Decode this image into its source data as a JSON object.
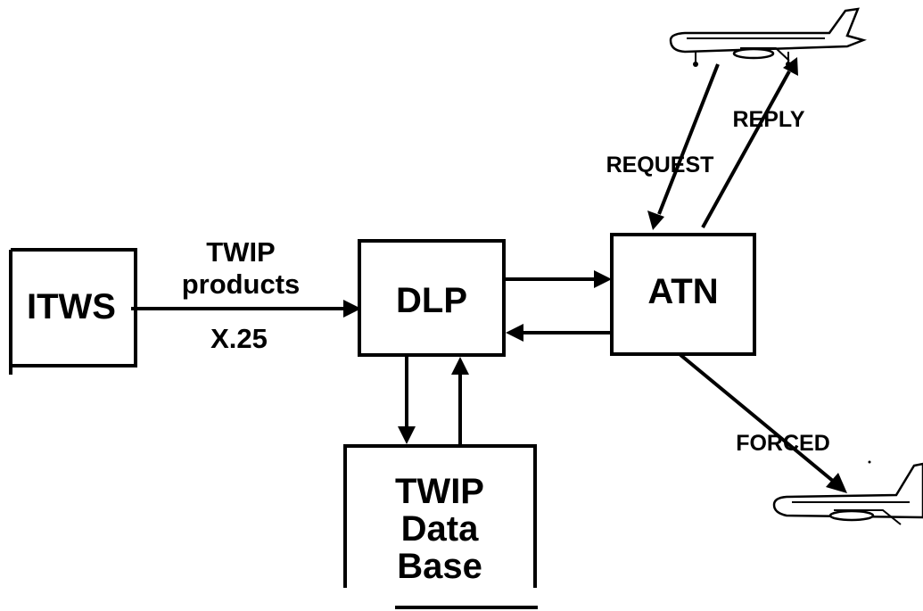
{
  "nodes": {
    "itws": "ITWS",
    "dlp": "DLP",
    "atn": "ATN",
    "database": [
      "TWIP",
      "Data",
      "Base"
    ]
  },
  "edge_labels": {
    "twip_products": [
      "TWIP",
      "products"
    ],
    "x25": "X.25",
    "request": "REQUEST",
    "reply": "REPLY",
    "forced": "FORCED"
  }
}
